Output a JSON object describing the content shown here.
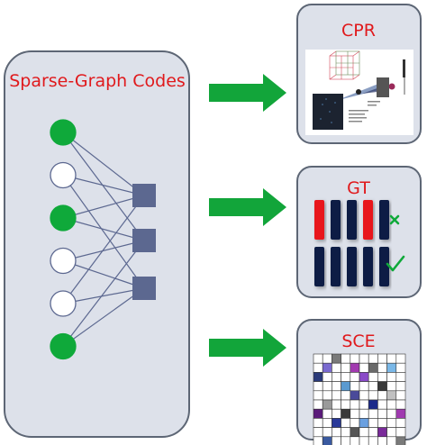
{
  "main_panel": {
    "title": "Sparse-Graph Codes"
  },
  "applications": [
    {
      "key": "cpr",
      "title": "CPR"
    },
    {
      "key": "gt",
      "title": "GT"
    },
    {
      "key": "sce",
      "title": "SCE"
    }
  ],
  "graph": {
    "variable_nodes": [
      {
        "filled": true
      },
      {
        "filled": false
      },
      {
        "filled": true
      },
      {
        "filled": false
      },
      {
        "filled": false
      },
      {
        "filled": true
      }
    ],
    "check_nodes": 3,
    "edges": [
      [
        0,
        0
      ],
      [
        0,
        1
      ],
      [
        1,
        0
      ],
      [
        1,
        2
      ],
      [
        2,
        0
      ],
      [
        2,
        1
      ],
      [
        3,
        1
      ],
      [
        3,
        2
      ],
      [
        4,
        0
      ],
      [
        4,
        2
      ],
      [
        5,
        1
      ],
      [
        5,
        2
      ]
    ]
  },
  "gt": {
    "test_rows": [
      {
        "colors": [
          "red",
          "navy",
          "navy",
          "red",
          "navy"
        ],
        "result": "fail"
      },
      {
        "colors": [
          "navy",
          "navy",
          "navy",
          "navy",
          "navy"
        ],
        "result": "pass"
      }
    ]
  },
  "colors": {
    "panel_fill": "#dde1ea",
    "panel_stroke": "#5d6675",
    "title_red": "#e0191c",
    "node_green": "#0fa93a",
    "check_node": "#5c6890",
    "edge": "#5c6890",
    "arrow_green": "#12a53a",
    "gt_red": "#e8121b",
    "gt_navy": "#0f1e44",
    "gt_green": "#0fa93a"
  }
}
